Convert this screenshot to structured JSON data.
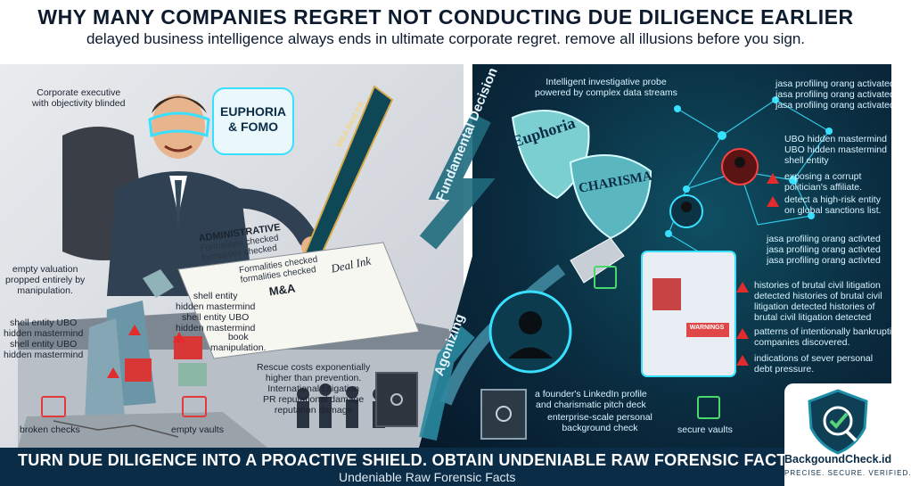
{
  "header": {
    "title": "WHY MANY COMPANIES REGRET NOT CONDUCTING DUE DILIGENCE EARLIER",
    "subtitle": "delayed business intelligence always ends in ultimate corporate regret. remove all illusions before you sign."
  },
  "left": {
    "executive_label": "Corporate executive\nwith objectivity blinded",
    "euphoria_badge": "EUPHORIA\n& FOMO",
    "pen_label": "M&A Deal Ink",
    "document": {
      "title": "ADMINISTRATIVE",
      "lines": [
        "Formalities checked",
        "formalities checked",
        "Formalities checked",
        "formalities checked"
      ],
      "ma": "M&A",
      "deal_ink": "Deal Ink"
    },
    "valuation_label": "empty valuation\npropped entirely by\nmanipulation.",
    "shell_ubo_label": "shell entity UBO\nhidden mastermind\nshell entity UBO\nhidden mastermind",
    "shell_mastermind_label": "shell entity\nhidden mastermind\nshell entity UBO\nhidden mastermind",
    "book_label": "book\nmanipulation.",
    "rescue_label": "Rescue costs exponentially\nhigher than prevention.\nInternational Litigation\nPR reputational damage\nreputation damage",
    "broken_checks": "broken checks",
    "empty_vaults": "empty vaults"
  },
  "divider": {
    "fundamental": "Fundamental Decision",
    "agonizing": "Agonizing"
  },
  "right": {
    "probe_label": "Intelligent investigative probe\npowered by complex data streams",
    "mask_euphoria": "Euphoria",
    "mask_charisma": "CHARISMA",
    "profiling_top": "jasa profiling orang activated\njasa profiling orang activated\njasa profiling orang activated",
    "ubo_label": "UBO hidden mastermind\nUBO hidden mastermind\nshell entity",
    "corrupt_label": "exposing a corrupt\npolitician's affiliate.",
    "sanctions_label": "detect a high-risk entity\non global sanctions list.",
    "profiling_mid": "jasa profiling orang activted\njasa profiling orang activted\njasa profiling orang activted",
    "litigation_label": "histories of brutal civil litigation\ndetected histories of brutal civil\nlitigation detected histories of\nbrutal civil litigation detected",
    "warnings": "WARNINGS",
    "bankrupt_label": "patterns of intentionally bankrupting\ncompanies discovered.",
    "debt_label": "indications of sever personal\ndebt pressure.",
    "linkedin_label": "a founder's LinkedIn profile\nand charismatic pitch deck",
    "background_label": "enterprise-scale personal\nbackground check",
    "vaults_label": "secure vaults"
  },
  "footer": {
    "main": "TURN DUE DILIGENCE INTO A PROACTIVE SHIELD. OBTAIN UNDENIABLE RAW FORENSIC FACTS.",
    "sub": "Undeniable Raw Forensic Facts"
  },
  "brand": {
    "name": "BackgoundCheck.id",
    "tagline": "PRECISE. SECURE. VERIFIED."
  },
  "colors": {
    "navy": "#0b2c46",
    "teal": "#0f4f63",
    "alert_red": "#e32b2b",
    "check_green": "#49d86c",
    "glow_cyan": "#38e0ff"
  }
}
